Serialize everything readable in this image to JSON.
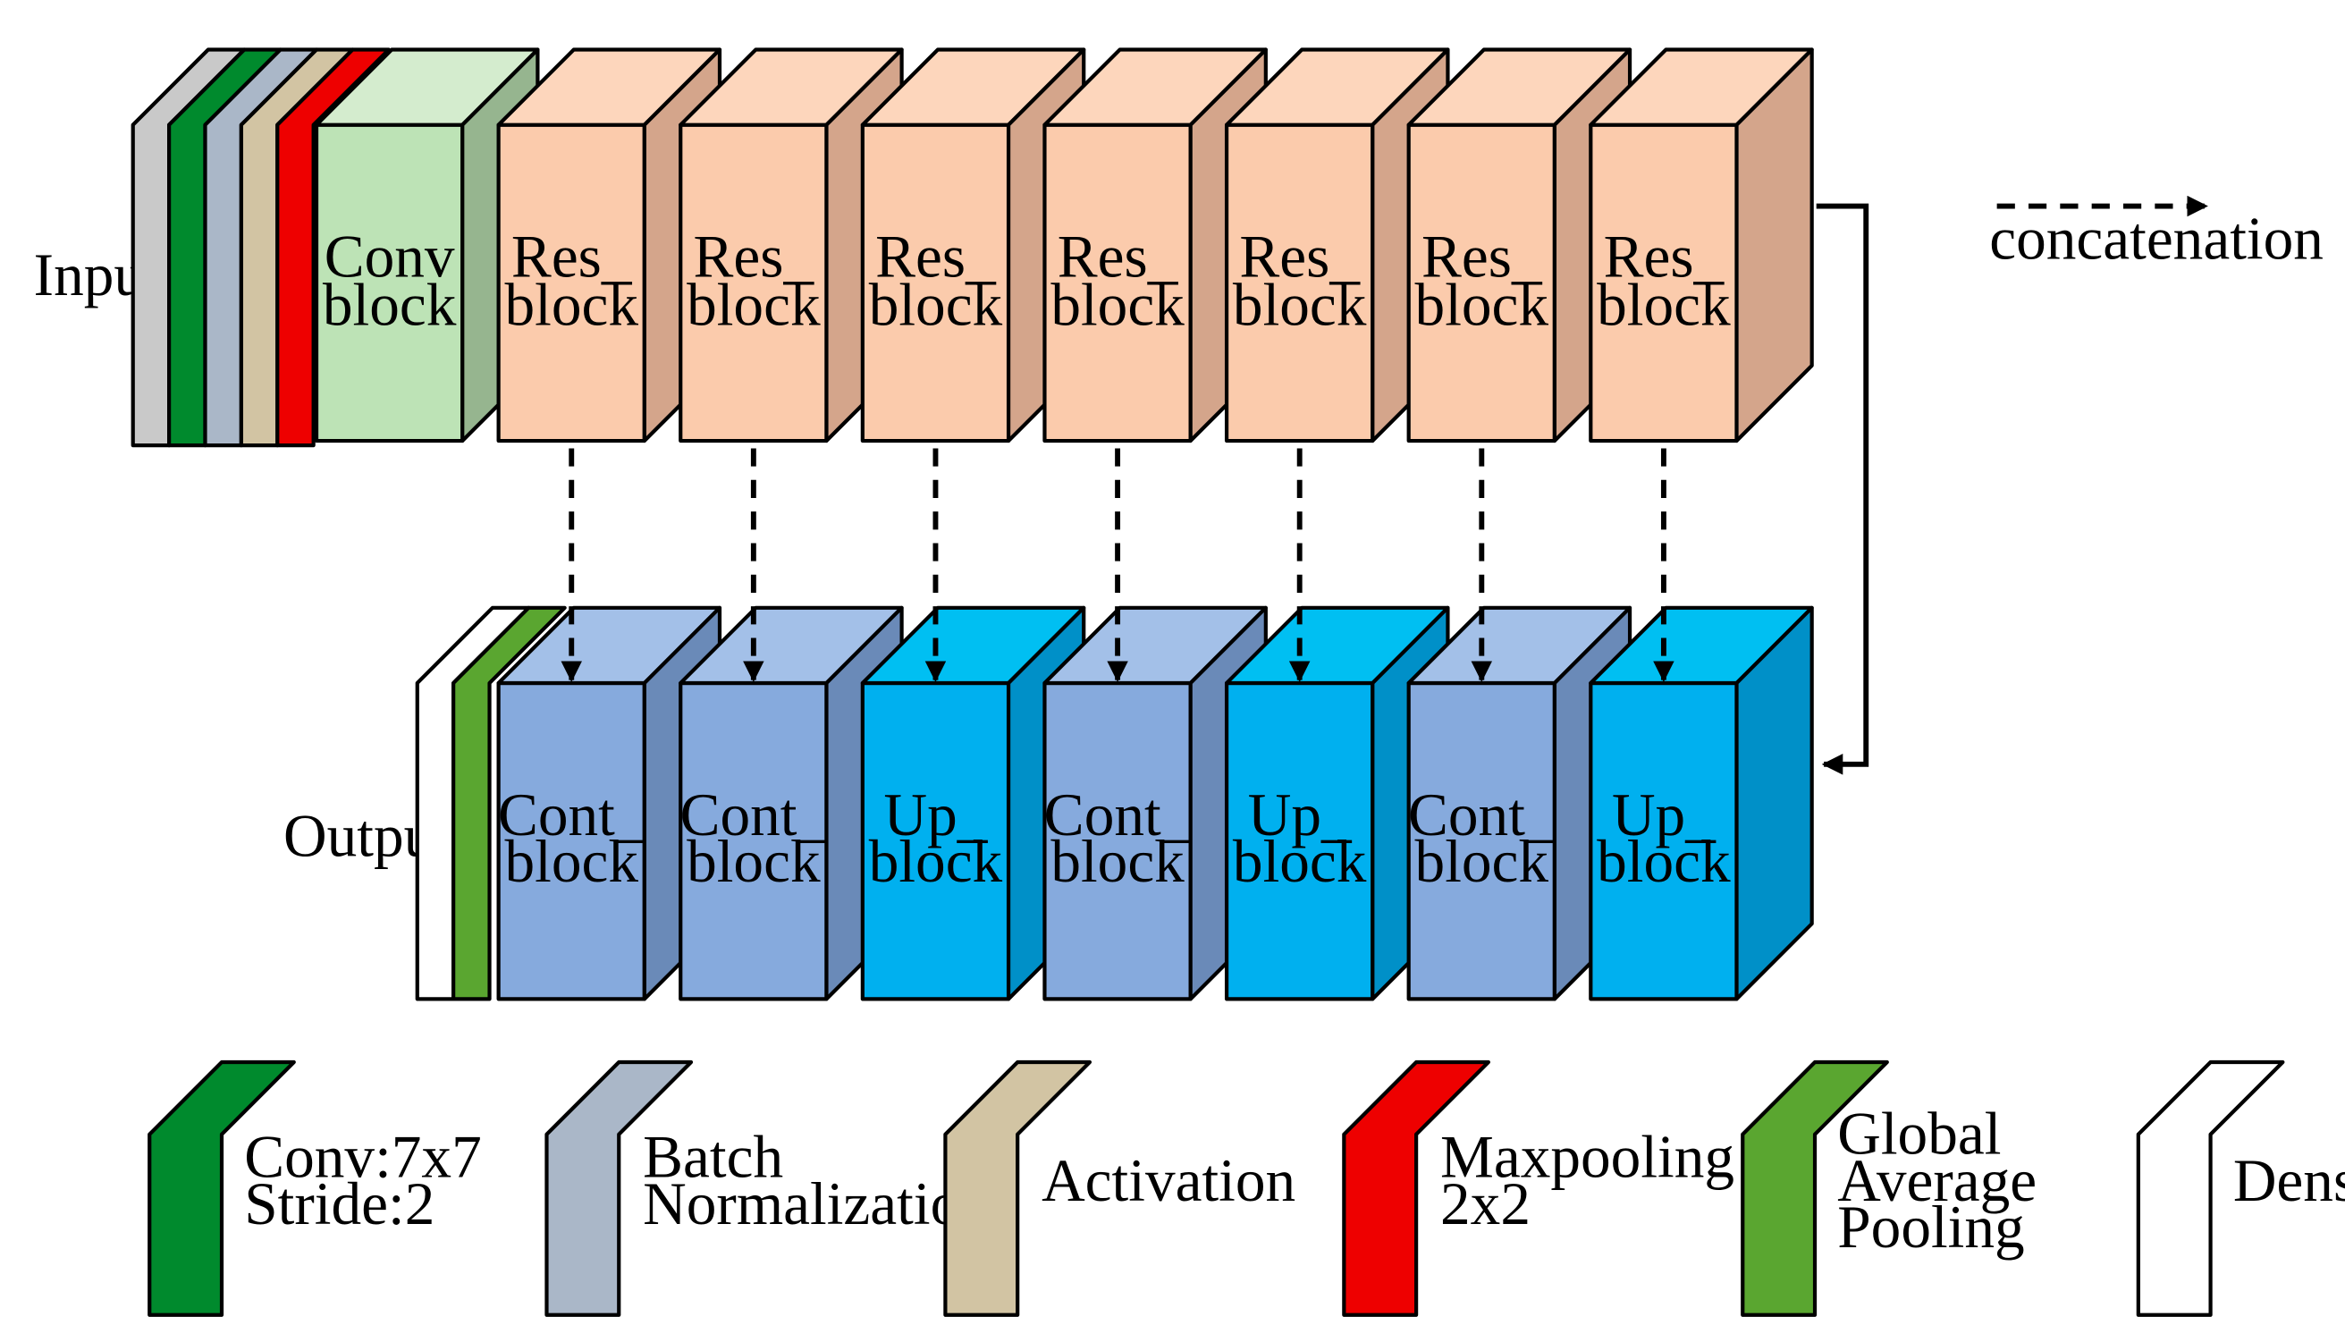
{
  "input_label": "Input",
  "output_label": "Output",
  "legend_top": {
    "label": "concatenation"
  },
  "conv_block": {
    "line1": "Conv",
    "line2": "block",
    "colors": {
      "front": "#bde3b6",
      "top": "#d4ecce",
      "side": "#96b58f"
    }
  },
  "encoder_blocks": [
    {
      "line1": "Res_",
      "line2": "block"
    },
    {
      "line1": "Res_",
      "line2": "block"
    },
    {
      "line1": "Res_",
      "line2": "block"
    },
    {
      "line1": "Res_",
      "line2": "block"
    },
    {
      "line1": "Res_",
      "line2": "block"
    },
    {
      "line1": "Res_",
      "line2": "block"
    },
    {
      "line1": "Res_",
      "line2": "block"
    }
  ],
  "encoder_colors": {
    "front": "#fbcbac",
    "top": "#fdd6bc",
    "side": "#d4a58b"
  },
  "decoder_blocks": [
    {
      "line1": "Cont_",
      "line2": "block",
      "kind": "cont"
    },
    {
      "line1": "Cont_",
      "line2": "block",
      "kind": "cont"
    },
    {
      "line1": "Up_",
      "line2": "block",
      "kind": "up"
    },
    {
      "line1": "Cont_",
      "line2": "block",
      "kind": "cont"
    },
    {
      "line1": "Up_",
      "line2": "block",
      "kind": "up"
    },
    {
      "line1": "Cont_",
      "line2": "block",
      "kind": "cont"
    },
    {
      "line1": "Up_",
      "line2": "block",
      "kind": "up"
    }
  ],
  "decoder_colors": {
    "cont": {
      "front": "#86aadd",
      "top": "#a3c0e8",
      "side": "#6a8ab8"
    },
    "up": {
      "front": "#00b0ef",
      "top": "#00bff2",
      "side": "#0090c8"
    }
  },
  "input_stack": [
    {
      "layer": "batch-normalization",
      "color": "#c9c9c9"
    },
    {
      "layer": "conv",
      "color": "#008a2d"
    },
    {
      "layer": "batch-normalization",
      "color": "#aab7c8"
    },
    {
      "layer": "activation",
      "color": "#d2c4a3"
    },
    {
      "layer": "maxpooling",
      "color": "#ee0000"
    }
  ],
  "output_stack": [
    {
      "layer": "dense",
      "color": "#ffffff"
    },
    {
      "layer": "global-average-pooling",
      "color": "#5aa630"
    }
  ],
  "legend": [
    {
      "key": "conv",
      "color": "#008a2d",
      "lines": [
        "Conv:7x7",
        "Stride:2"
      ]
    },
    {
      "key": "batch-normalization",
      "color": "#aab7c8",
      "lines": [
        "Batch",
        "Normalization"
      ]
    },
    {
      "key": "activation",
      "color": "#d2c4a3",
      "lines": [
        "Activation"
      ]
    },
    {
      "key": "maxpooling",
      "color": "#ee0000",
      "lines": [
        "Maxpooling",
        "2x2"
      ]
    },
    {
      "key": "global-average-pooling",
      "color": "#5aa630",
      "lines": [
        "Global",
        "Average",
        "Pooling"
      ]
    },
    {
      "key": "dense",
      "color": "#ffffff",
      "lines": [
        "Dense"
      ]
    }
  ]
}
